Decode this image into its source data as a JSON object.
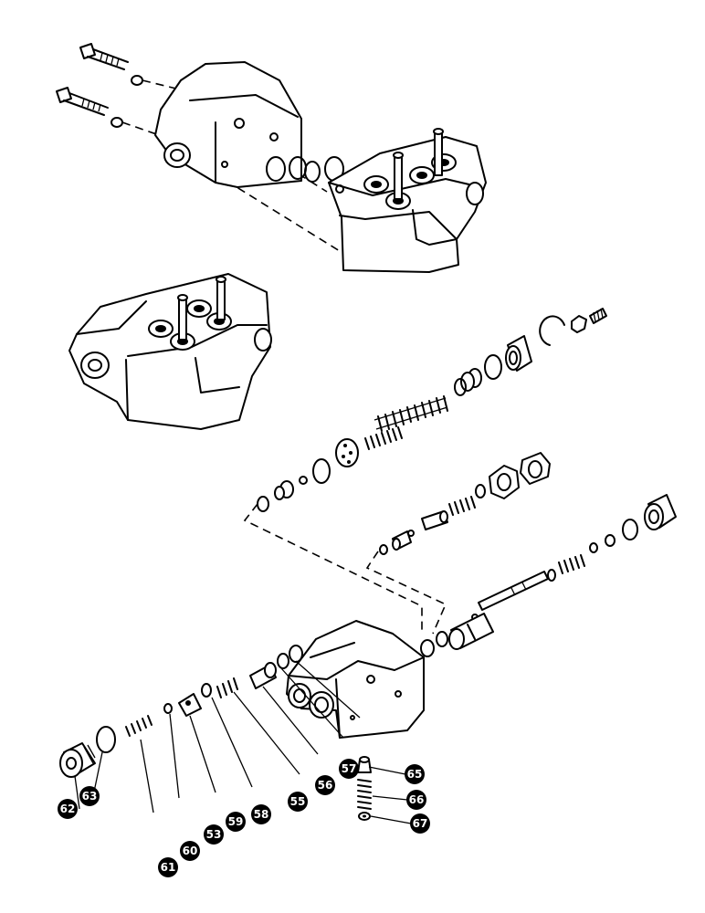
{
  "callouts": [
    {
      "id": "c53",
      "label": "53"
    },
    {
      "id": "c55",
      "label": "55"
    },
    {
      "id": "c56",
      "label": "56"
    },
    {
      "id": "c57",
      "label": "57"
    },
    {
      "id": "c58",
      "label": "58"
    },
    {
      "id": "c59",
      "label": "59"
    },
    {
      "id": "c60",
      "label": "60"
    },
    {
      "id": "c61",
      "label": "61"
    },
    {
      "id": "c62",
      "label": "62"
    },
    {
      "id": "c63",
      "label": "63"
    },
    {
      "id": "c65",
      "label": "65"
    },
    {
      "id": "c66",
      "label": "66"
    },
    {
      "id": "c67",
      "label": "67"
    }
  ]
}
